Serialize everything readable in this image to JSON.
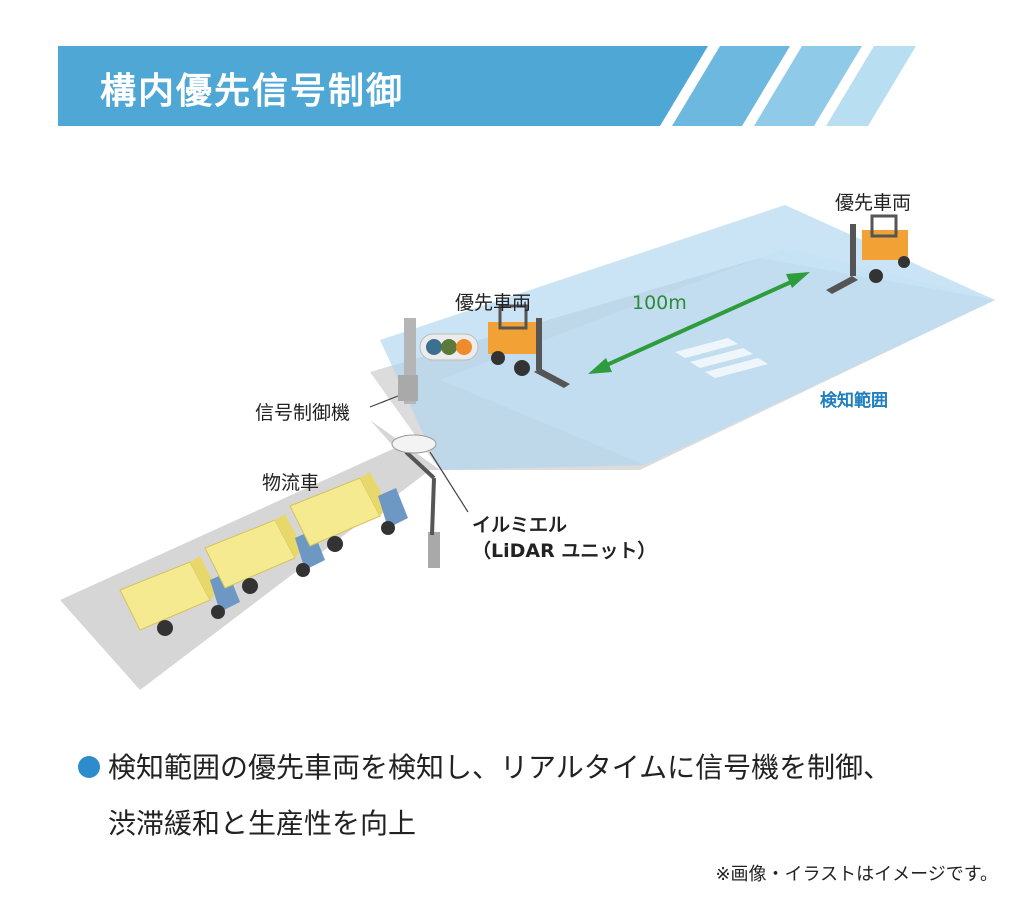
{
  "title": "構内優先信号制御",
  "labels": {
    "priority_vehicle_far": "優先車両",
    "priority_vehicle_near": "優先車両",
    "distance": "100m",
    "detection_range": "検知範囲",
    "signal_controller": "信号制御機",
    "logistics_truck": "物流車",
    "lidar_name": "イルミエル",
    "lidar_sub": "（LiDAR ユニット）"
  },
  "description": {
    "line1": "検知範囲の優先車両を検知し、リアルタイムに信号機を制御、",
    "line2": "渋滞緩和と生産性を向上"
  },
  "note": "※画像・イラストはイメージです。",
  "colors": {
    "banner_blue": "#4ea7d4",
    "detect_area": "#b9dcf1",
    "road": "#d4d4d4",
    "arrow_green": "#2e9b3c",
    "forklift_orange": "#f2a235",
    "truck_cargo": "#f5ea8f",
    "truck_cab": "#6e98c4",
    "bullet_blue": "#2f8ccc"
  }
}
